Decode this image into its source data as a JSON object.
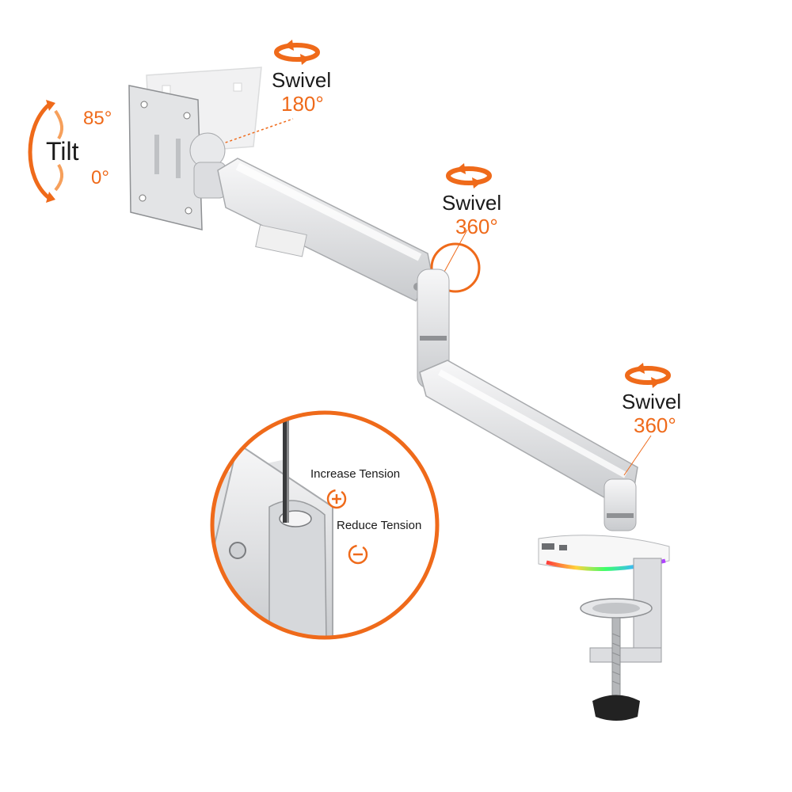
{
  "colors": {
    "accent": "#ef6a1a",
    "arm": "#d8dadc",
    "arm_light": "#f2f3f4",
    "text": "#1a1a1a"
  },
  "labels": {
    "tilt": {
      "word": "Tilt",
      "max": "85°",
      "min": "0°",
      "icon": "tilt-rotate-icon"
    },
    "head_swivel": {
      "word": "Swivel",
      "angle": "180°",
      "icon": "swivel-rotate-icon"
    },
    "elbow_swivel": {
      "word": "Swivel",
      "angle": "360°",
      "icon": "swivel-rotate-icon"
    },
    "base_swivel": {
      "word": "Swivel",
      "angle": "360°",
      "icon": "swivel-rotate-icon"
    },
    "tension": {
      "increase": "Increase Tension",
      "reduce": "Reduce Tension",
      "increase_icon": "plus-circle-icon",
      "reduce_icon": "minus-circle-icon"
    }
  }
}
